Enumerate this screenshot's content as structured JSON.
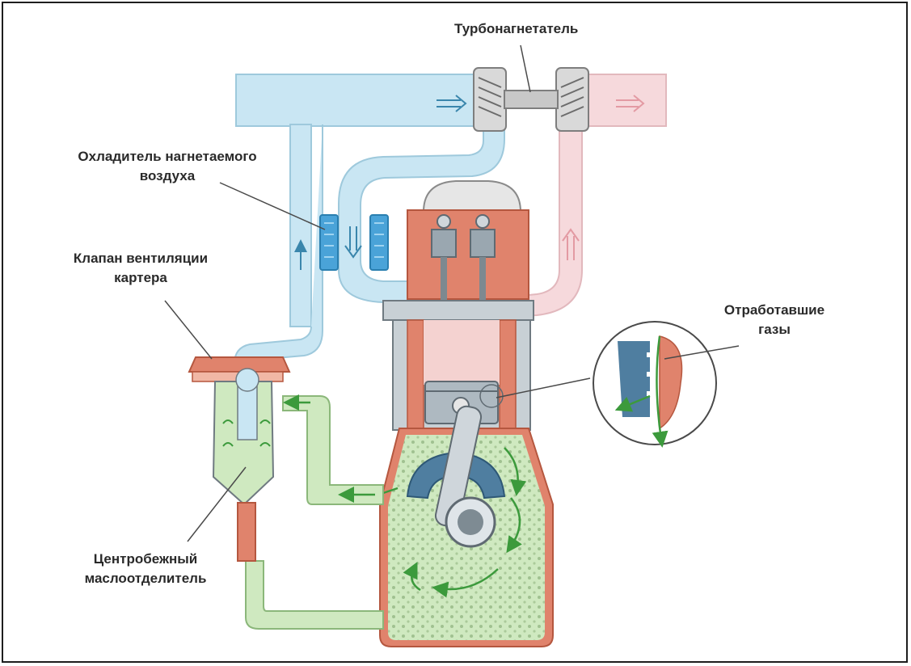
{
  "labels": {
    "turbo": "Турбонагнетатель",
    "cooler_line1": "Охладитель нагнетаемого",
    "cooler_line2": "воздуха",
    "valve_line1": "Клапан вентиляции",
    "valve_line2": "картера",
    "exhaust_line1": "Отработавшие",
    "exhaust_line2": "газы",
    "separator_line1": "Центробежный",
    "separator_line2": "маслоотделитель"
  },
  "colors": {
    "intake_air": "#c9e6f3",
    "exhaust_air": "#f6d9dc",
    "oil_mist": "#cfe9c0",
    "engine_red": "#e0836c",
    "metal": "#b8c4cc",
    "crank_blue": "#4f7ea0",
    "flow_arrow": "#3c9a3c"
  }
}
